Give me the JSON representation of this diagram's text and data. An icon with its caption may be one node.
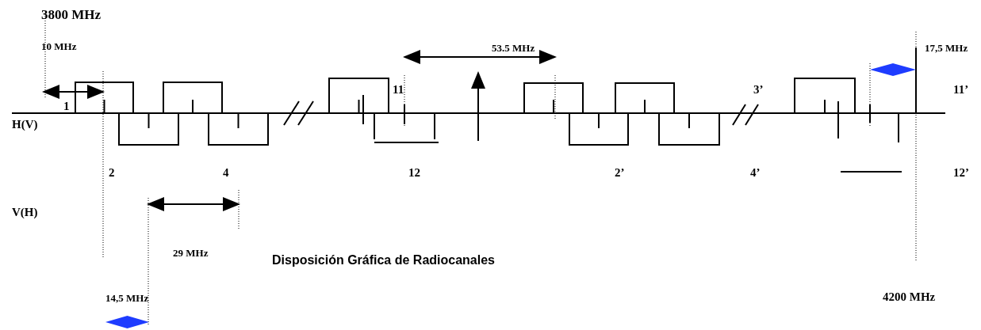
{
  "diagram": {
    "caption": "Disposición Gráfica de Radiocanales",
    "labels": [
      "3800 MHz",
      "10 MHz",
      "53.5 MHz",
      "17,5 MHz",
      "1",
      "11",
      "3’",
      "11’",
      "H(V)",
      "2",
      "4",
      "12",
      "2’",
      "4’",
      "12’",
      "V(H)",
      "29 MHz",
      "14,5 MHz",
      "4200 MHz"
    ]
  }
}
